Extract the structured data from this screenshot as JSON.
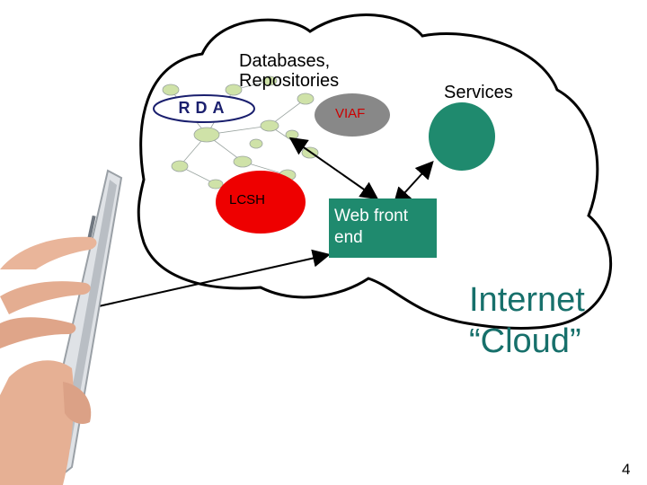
{
  "labels": {
    "databases": "Databases, Repositories",
    "services": "Services",
    "viaf": "VIAF",
    "lcsh": "LCSH",
    "web_front_end": "Web front end",
    "internet_cloud": "Internet “Cloud”",
    "rda": "RDA",
    "page_number": "4"
  },
  "colors": {
    "services_circle": "#1f8a6e",
    "web_front_end_box": "#1f8a6e",
    "lcsh_circle": "#ee0000",
    "viaf_circle": "#888888",
    "cloud_text": "#17706b"
  }
}
